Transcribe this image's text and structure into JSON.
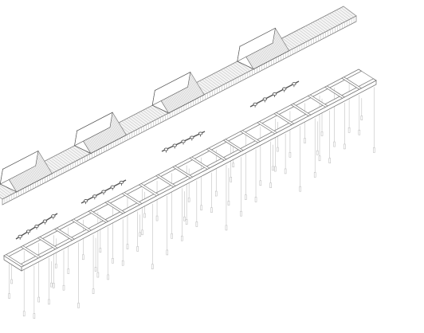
{
  "drawing": {
    "kind": "exploded axonometric line drawing",
    "colors": {
      "background": "#ffffff",
      "line": "#7a7a7a",
      "line_light": "#b5b5b5",
      "line_dark": "#555555",
      "roof_face": "#f4f4f4"
    },
    "components": {
      "roof": {
        "ridge_segments": 4,
        "raised_monitors": 4
      },
      "lighting_track": {
        "segments": 4,
        "fixtures_per_segment": 5
      },
      "ladder_frame": {
        "bays": 21
      },
      "hanging_pendants": {
        "count": 48
      }
    }
  }
}
